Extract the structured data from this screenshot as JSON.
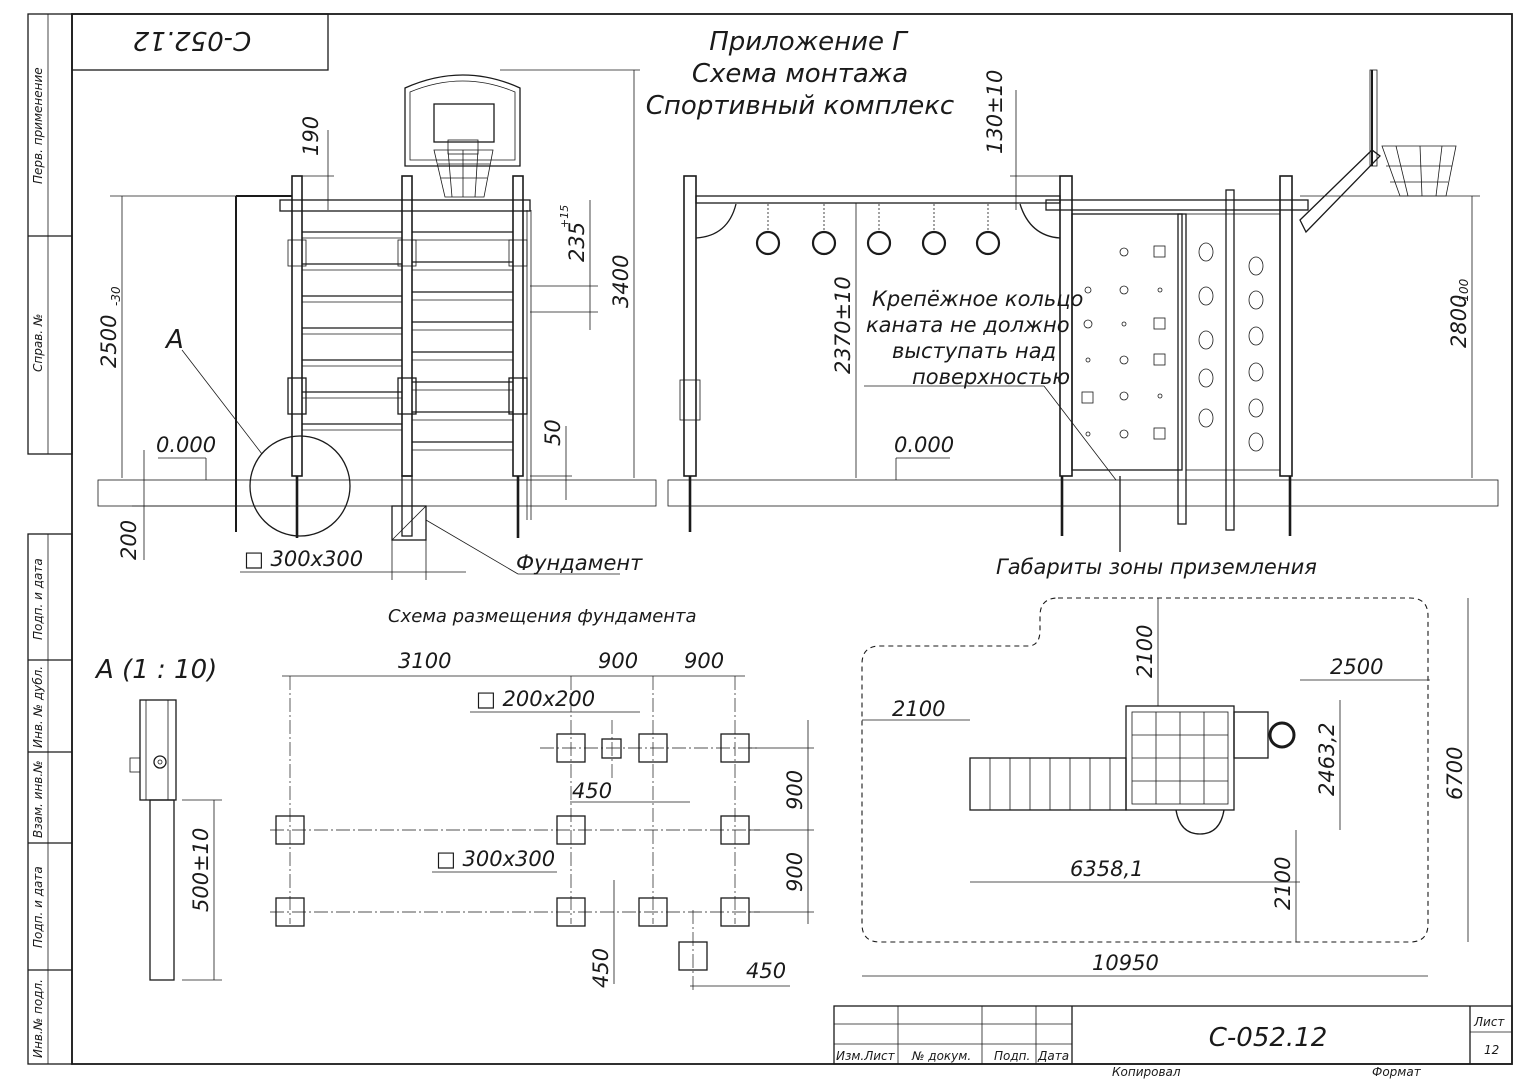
{
  "stamp_code": "С-052.12",
  "title": {
    "line1": "Приложение Г",
    "line2": "Схема монтажа",
    "line3": "Спортивный комплекс"
  },
  "side_labels": {
    "perv": "Перв. примeнение",
    "sprav": "Справ. №",
    "podp1": "Подп. и дата",
    "inv_dubl": "Инв. № дубл.",
    "vzam": "Взам. инв.№",
    "podp2": "Подп. и дата",
    "inv_podl": "Инв.№ подл."
  },
  "side_view": {
    "dim_190": "190",
    "dim_2500": "2500",
    "dim_2500_tol": "-30",
    "dim_235": "235",
    "dim_235_tol": "+15",
    "dim_3400": "3400",
    "dim_50": "50",
    "dim_200": "200",
    "level": "0.000",
    "label_a": "А",
    "square": "□ 300х300",
    "foundation": "Фундамент"
  },
  "front_view": {
    "dim_130": "130±10",
    "dim_2370": "2370±10",
    "dim_2800": "2800",
    "dim_2800_tol": "-100",
    "level": "0.000",
    "note_l1": "Крепёжное кольцо",
    "note_l2": "каната не должно",
    "note_l3": "выступать над",
    "note_l4": "поверхностью"
  },
  "foundation_plan": {
    "caption": "Схема размещения фундамента",
    "dim_3100": "3100",
    "dim_900a": "900",
    "dim_900b": "900",
    "sq_200": "□ 200х200",
    "dim_450a": "450",
    "dim_900v1": "900",
    "dim_900v2": "900",
    "sq_300": "□ 300х300",
    "dim_450b": "450",
    "dim_450c": "450"
  },
  "detail_a": {
    "label": "А  (1 : 10)",
    "dim_500": "500±10"
  },
  "landing_zone": {
    "caption": "Габариты зоны приземления",
    "dim_2100_top": "2100",
    "dim_2500": "2500",
    "dim_2100_left": "2100",
    "dim_2463": "2463,2",
    "dim_6700": "6700",
    "dim_6358": "6358,1",
    "dim_2100_bottom": "2100",
    "dim_10950": "10950"
  },
  "title_block": {
    "code": "С-052.12",
    "izm_list": "Изм.Лист",
    "no_dokum": "№ докум.",
    "podp": "Подп.",
    "data": "Дата",
    "list_label": "Лист",
    "list_no": "12",
    "kopiroval": "Копировал",
    "format": "Формат"
  }
}
